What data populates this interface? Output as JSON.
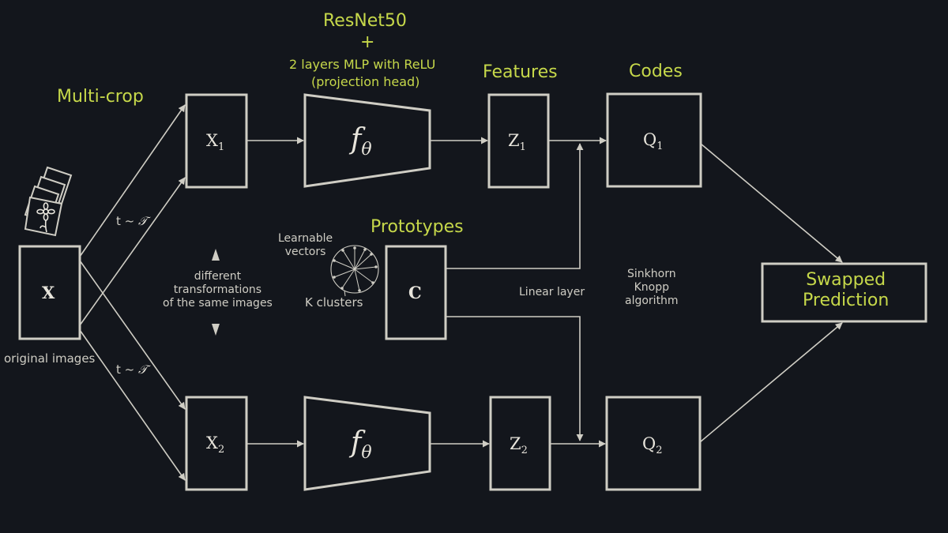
{
  "labels": {
    "multicrop": "Multi-crop",
    "resnet_line1": "ResNet50",
    "resnet_plus": "+",
    "resnet_line2": "2 layers MLP with ReLU",
    "resnet_line3": "(projection head)",
    "features": "Features",
    "codes": "Codes",
    "prototypes": "Prototypes",
    "learnable_line1": "Learnable",
    "learnable_line2": "vectors",
    "k_clusters": "K clusters",
    "linear_layer": "Linear layer",
    "sinkhorn_line1": "Sinkhorn",
    "sinkhorn_line2": "Knopp",
    "sinkhorn_line3": "algorithm",
    "different_line1": "different",
    "different_line2": "transformations",
    "different_line3": "of the same images",
    "original_images": "original images",
    "t_top": "t ~ ",
    "t_bottom": "t ~ ",
    "t_symbol": "𝒯"
  },
  "nodes": {
    "x_main": "X",
    "x1": "X",
    "x1_sub": "1",
    "x2": "X",
    "x2_sub": "2",
    "f_top": "f",
    "f_top_sub": "θ",
    "f_bottom": "f",
    "f_bottom_sub": "θ",
    "z1": "Z",
    "z1_sub": "1",
    "z2": "Z",
    "z2_sub": "2",
    "q1": "Q",
    "q1_sub": "1",
    "q2": "Q",
    "q2_sub": "2",
    "c": "C",
    "swapped_line1": "Swapped",
    "swapped_line2": "Prediction"
  },
  "colors": {
    "background": "#13161c",
    "stroke": "#cfcdc4",
    "accent": "#c6d84a"
  }
}
